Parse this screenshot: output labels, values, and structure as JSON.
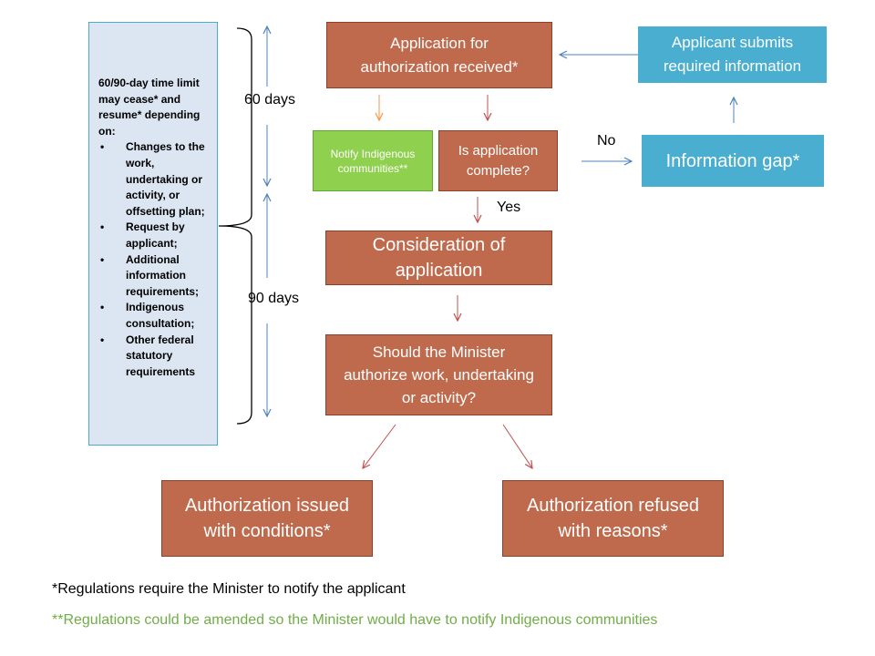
{
  "side_panel": {
    "heading": "60/90-day time limit may cease* and resume* depending on:",
    "items": [
      "Changes to the work, undertaking or activity, or offsetting plan;",
      "Request by applicant;",
      "Additional information requirements;",
      "Indigenous consultation;",
      "Other federal statutory requirements"
    ]
  },
  "timeline": {
    "label_60": "60 days",
    "label_90": "90 days"
  },
  "nodes": {
    "application_received": "Application for authorization received*",
    "applicant_submits": "Applicant submits required information",
    "notify_indigenous": "Notify Indigenous communities**",
    "is_complete": "Is application complete?",
    "information_gap": "Information gap*",
    "consideration": "Consideration of application",
    "should_minister": "Should the Minister authorize work, undertaking or activity?",
    "issued": "Authorization issued with conditions*",
    "refused": "Authorization refused with reasons*"
  },
  "edge_labels": {
    "no": "No",
    "yes": "Yes"
  },
  "footnotes": {
    "single": "*Regulations require the Minister to notify the applicant",
    "double": "**Regulations could be amended so the Minister would have to notify Indigenous communities"
  },
  "colors": {
    "brown": "#bf6a4c",
    "blue": "#4aaed0",
    "green": "#8fd14f",
    "side_bg": "#dce6f2",
    "footnote_green": "#70ad47"
  }
}
